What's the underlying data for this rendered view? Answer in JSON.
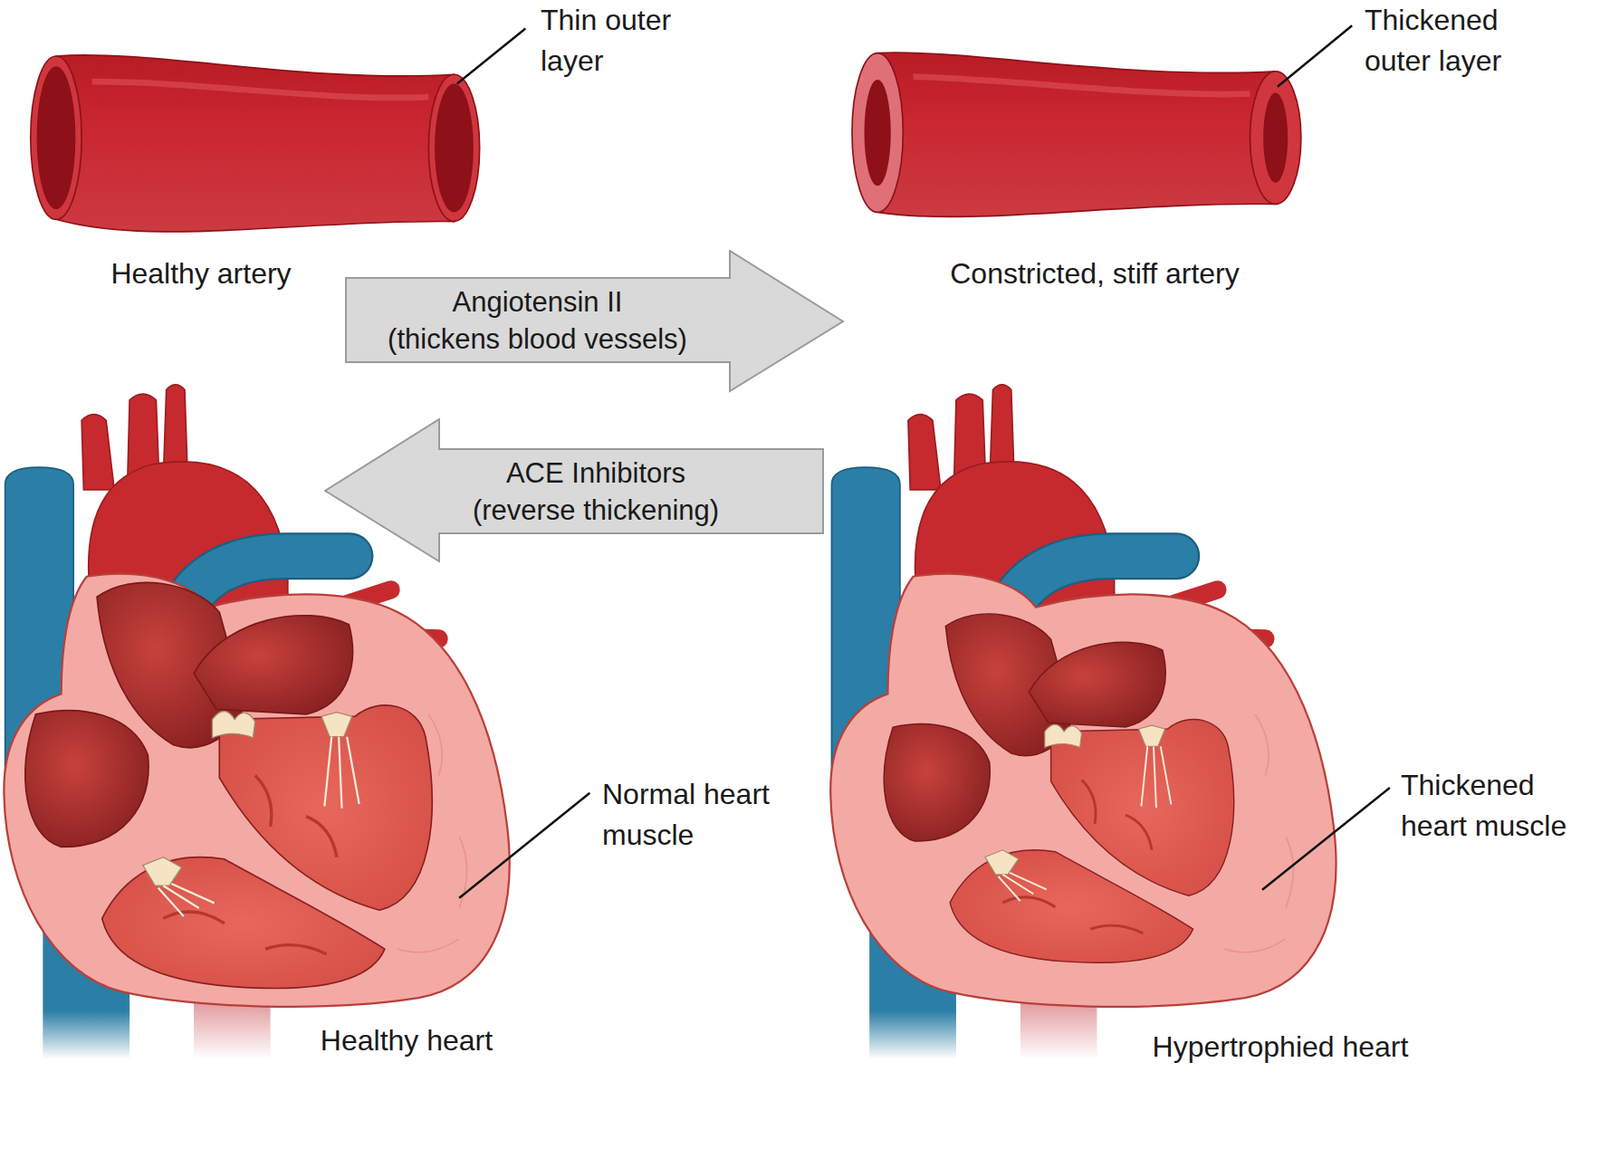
{
  "diagram": {
    "nodes": [
      {
        "text": [
          "Angiotensin II",
          "(thickens blood vessels)"
        ]
      },
      {
        "text": [
          "ACE Inhibitors",
          "(reverse thickening)"
        ]
      }
    ],
    "labels": [
      "Thin outer layer",
      "Healthy artery",
      "Thickened outer layer",
      "Constricted, stiff artery",
      "Normal heart muscle",
      "Healthy heart",
      "Thickened heart muscle",
      "Hypertrophied heart"
    ]
  }
}
